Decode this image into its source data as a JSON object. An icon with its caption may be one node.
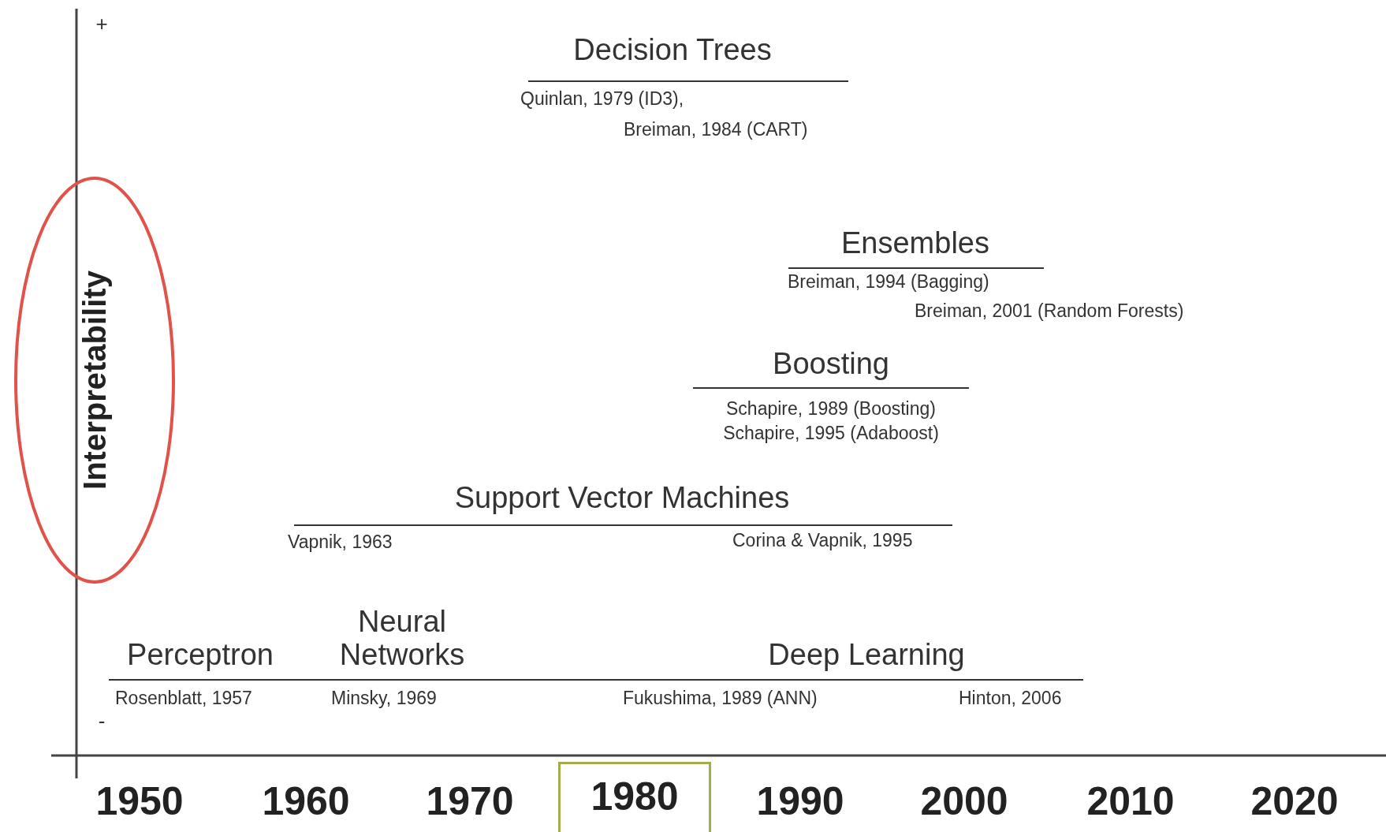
{
  "diagram": {
    "nodes": [
      {
        "text": [
          "Interpretability"
        ]
      },
      {
        "text": [
          "1980"
        ]
      }
    ],
    "labels": [
      "+",
      "Decision Trees",
      "Quinlan, 1979 (ID3),",
      "Breiman, 1984 (CART)",
      "Ensembles",
      "Breiman, 1994 (Bagging)",
      "Breiman, 2001 (Random Forests)",
      "Boosting",
      "Schapire, 1989 (Boosting)",
      "Schapire, 1995 (Adaboost)",
      "Support Vector Machines",
      "Vapnik, 1963",
      "Corina & Vapnik, 1995",
      "Neural Networks",
      "Perceptron",
      "Deep Learning",
      "Rosenblatt, 1957",
      "Minsky, 1969",
      "Fukushima, 1989 (ANN)",
      "Hinton, 2006",
      "-",
      "1950",
      "1960",
      "1970",
      "1990",
      "2000",
      "2010",
      "2020"
    ]
  }
}
